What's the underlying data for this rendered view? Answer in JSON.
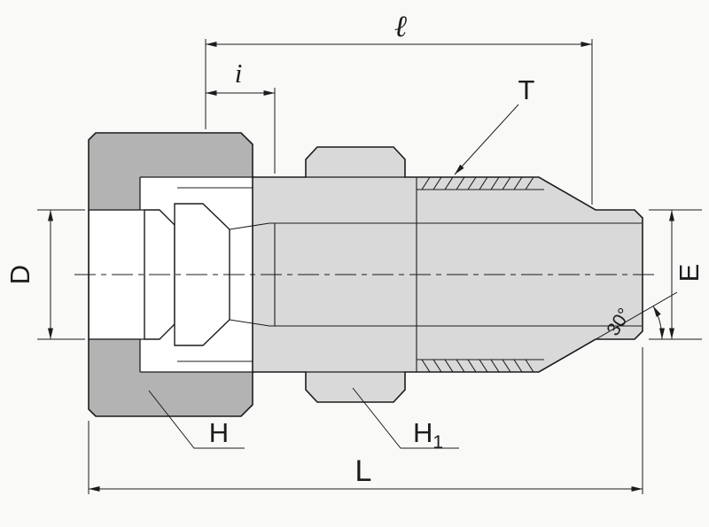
{
  "drawing": {
    "type": "technical-drawing",
    "subject": "compression tube fitting male connector cross-section",
    "colors": {
      "background": "#f9f9f8",
      "line": "#1c1c1c",
      "nut_fill": "#b3b3b3",
      "body_fill": "#d9d9d9",
      "cutaway": "#ffffff"
    },
    "labels": {
      "ell": "ℓ",
      "i": "i",
      "t": "T",
      "d": "D",
      "e": "E",
      "angle": "30°",
      "h": "H",
      "h1_base": "H",
      "h1_sub": "1",
      "l": "L"
    }
  }
}
